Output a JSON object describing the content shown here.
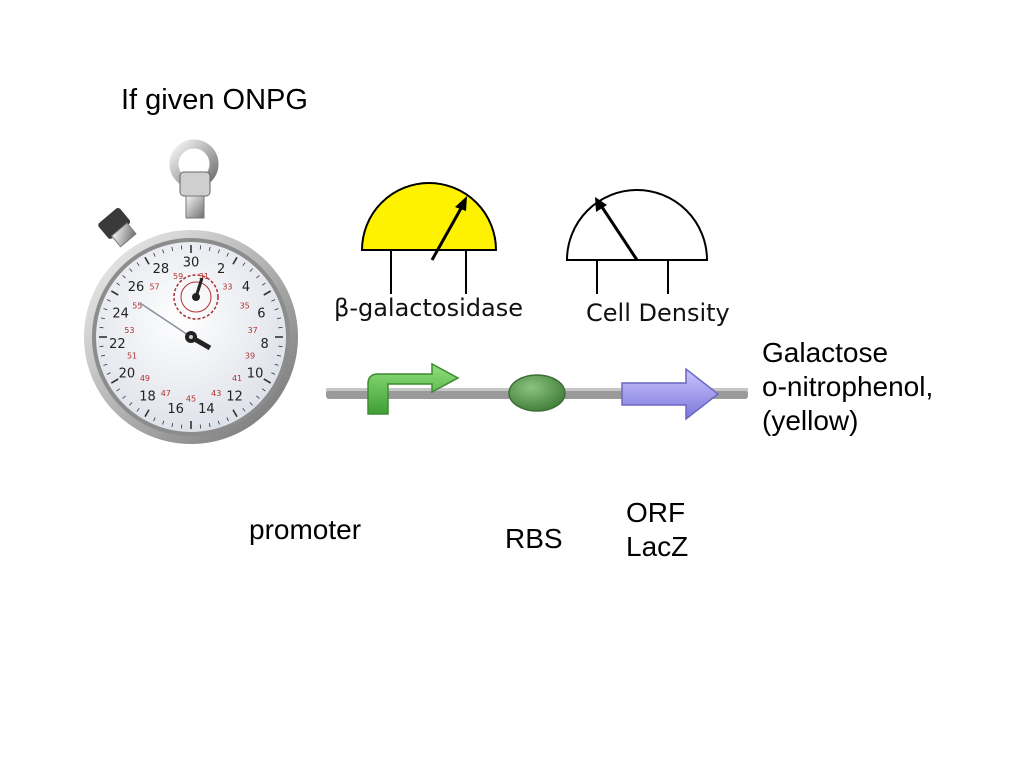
{
  "title": "If given ONPG",
  "gauges": [
    {
      "label": "β-galactosidase",
      "fill": "#fff200"
    },
    {
      "label": "Cell Density",
      "fill": "#ffffff"
    }
  ],
  "product": {
    "line1": "Galactose",
    "line2": "o-nitrophenol,",
    "line3": "(yellow)"
  },
  "parts": {
    "promoter": "promoter",
    "rbs": "RBS",
    "orf_line1": "ORF",
    "orf_line2": "LacZ"
  },
  "stopwatch": {
    "outer_numbers": [
      "30",
      "2",
      "4",
      "6",
      "8",
      "10",
      "12",
      "14",
      "16",
      "18",
      "20",
      "22",
      "24",
      "26",
      "28"
    ],
    "inner_numbers": [
      "31",
      "33",
      "35",
      "37",
      "39",
      "41",
      "43",
      "45",
      "47",
      "49",
      "51",
      "53",
      "55",
      "57",
      "59"
    ]
  },
  "colors": {
    "promoter": "#59c447",
    "rbs": "#5a9e4f",
    "orf": "#a8a4f2",
    "dna": "#9a9a9a",
    "gauge_active": "#fff200"
  }
}
